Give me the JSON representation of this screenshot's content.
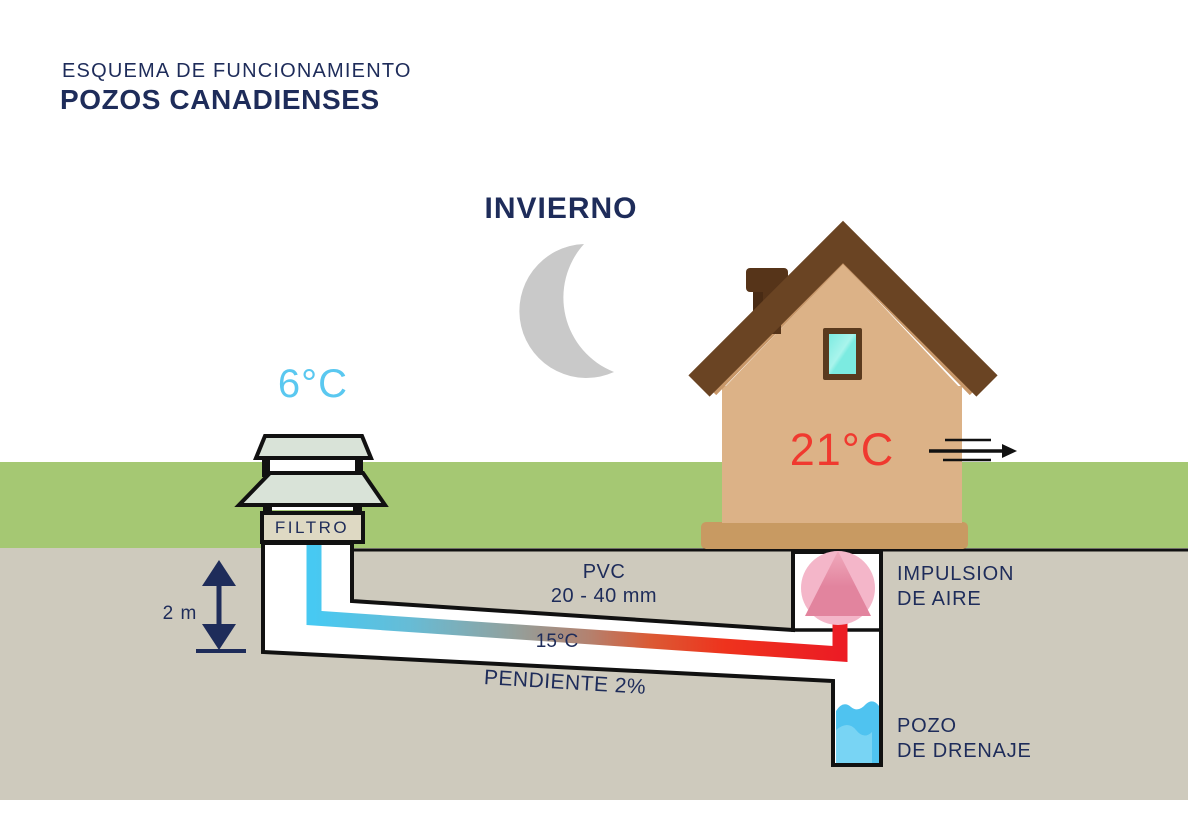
{
  "header": {
    "subtitle": "ESQUEMA DE FUNCIONAMIENTO",
    "title": "POZOS CANADIENSES"
  },
  "scene": {
    "season": "INVIERNO",
    "outdoor_temp": "6°C",
    "indoor_temp": "21°C",
    "filter": "FILTRO",
    "pipe_material": "PVC",
    "pipe_diameter": "20 - 40 mm",
    "ground_temp": "15°C",
    "slope": "PENDIENTE 2%",
    "depth": "2 m",
    "impulsion_line1": "IMPULSION",
    "impulsion_line2": "DE AIRE",
    "drain_line1": "POZO",
    "drain_line2": "DE DRENAJE"
  },
  "colors": {
    "navy_text": "#1e2c5a",
    "outdoor_temp": "#5ac8f0",
    "indoor_temp": "#f0392f",
    "grass": "#a5c873",
    "soil": "#cecabd",
    "pipe_cold": "#47c9f2",
    "pipe_warm": "#ec1c24",
    "house_wall": "#dcb287",
    "roof": "#6a4423",
    "fan": "#f4b6c9",
    "water": "#4fc3f0",
    "moon": "#c9c9c9"
  }
}
